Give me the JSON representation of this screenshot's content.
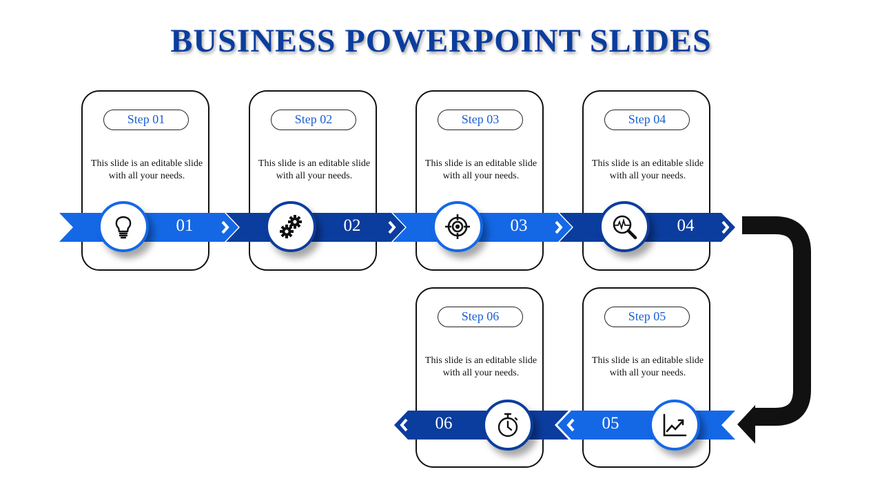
{
  "title": "BUSINESS POWERPOINT SLIDES",
  "colors": {
    "light_blue": "#1468e6",
    "dark_blue": "#0b3d9e",
    "title": "#0b3d9e"
  },
  "steps": [
    {
      "label": "Step 01",
      "number": "01",
      "text": "This slide is an editable slide with all your needs.",
      "icon": "lightbulb-icon"
    },
    {
      "label": "Step 02",
      "number": "02",
      "text": "This slide is an editable slide with all your needs.",
      "icon": "gears-icon"
    },
    {
      "label": "Step 03",
      "number": "03",
      "text": "This slide is an editable slide with all your needs.",
      "icon": "target-icon"
    },
    {
      "label": "Step 04",
      "number": "04",
      "text": "This slide is an editable slide with all your needs.",
      "icon": "magnifier-pulse-icon"
    },
    {
      "label": "Step 05",
      "number": "05",
      "text": "This slide is an editable slide with all your needs.",
      "icon": "growth-chart-icon"
    },
    {
      "label": "Step 06",
      "number": "06",
      "text": "This slide is an editable slide with all your needs.",
      "icon": "stopwatch-icon"
    }
  ]
}
